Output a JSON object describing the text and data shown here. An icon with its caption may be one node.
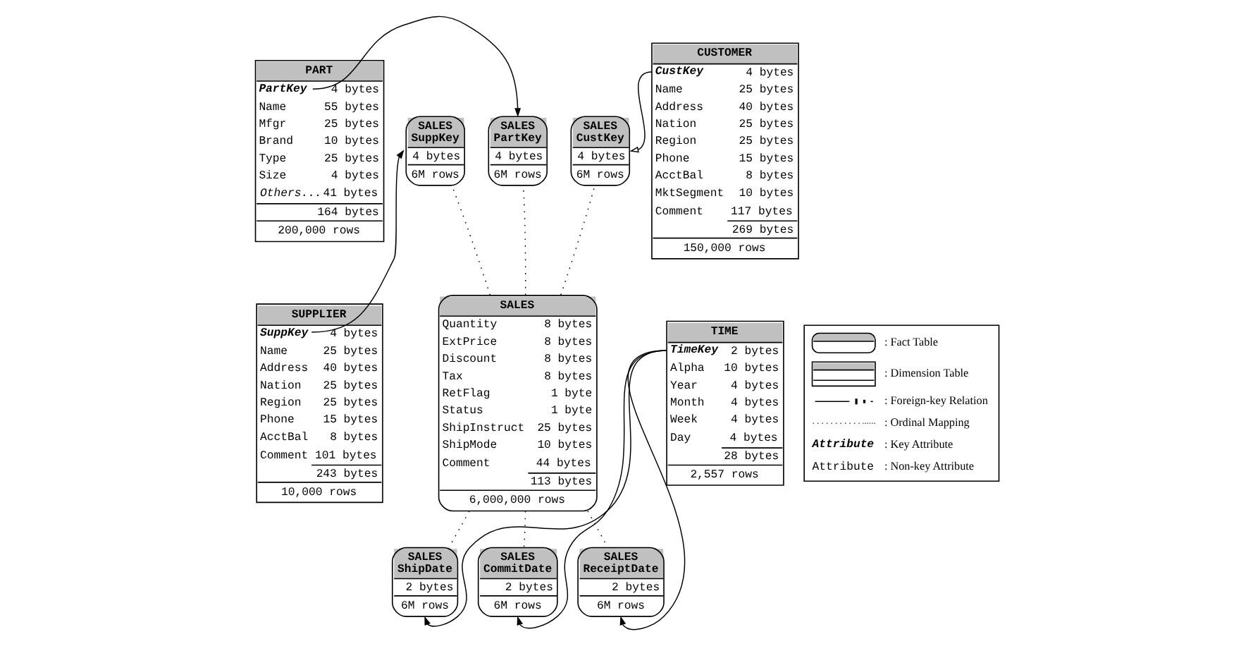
{
  "diagram": {
    "nodes": [
      {
        "text": [
          "PART",
          "PartKey 4 bytes",
          "Name 55 bytes",
          "Mfgr 25 bytes",
          "Brand 10 bytes",
          "Type 25 bytes",
          "Size 4 bytes",
          "Others...41 bytes",
          "164 bytes",
          "200,000 rows"
        ]
      },
      {
        "text": [
          "SALES SuppKey",
          "4 bytes",
          "6M rows"
        ]
      },
      {
        "text": [
          "SALES PartKey",
          "4 bytes",
          "6M rows"
        ]
      },
      {
        "text": [
          "SALES CustKey",
          "4 bytes",
          "6M rows"
        ]
      },
      {
        "text": [
          "CUSTOMER",
          "CustKey 4 bytes",
          "Name 25 bytes",
          "Address 40 bytes",
          "Nation 25 bytes",
          "Region 25 bytes",
          "Phone 15 bytes",
          "AcctBal 8 bytes",
          "MktSegment 10 bytes",
          "Comment 117 bytes",
          "269 bytes",
          "150,000 rows"
        ]
      },
      {
        "text": [
          "SUPPLIER",
          "SuppKey 4 bytes",
          "Name 25 bytes",
          "Address 40 bytes",
          "Nation 25 bytes",
          "Region 25 bytes",
          "Phone 15 bytes",
          "AcctBal 8 bytes",
          "Comment 101 bytes",
          "243 bytes",
          "10,000 rows"
        ]
      },
      {
        "text": [
          "SALES",
          "Quantity 8 bytes",
          "ExtPrice 8 bytes",
          "Discount 8 bytes",
          "Tax 8 bytes",
          "RetFlag 1 byte",
          "Status 1 byte",
          "ShipInstruct 25 bytes",
          "ShipMode 10 bytes",
          "Comment 44 bytes",
          "113 bytes",
          "6,000,000 rows"
        ]
      },
      {
        "text": [
          "TIME",
          "TimeKey 2 bytes",
          "Alpha 10 bytes",
          "Year 4 bytes",
          "Month 4 bytes",
          "Week 4 bytes",
          "Day 4 bytes",
          "28 bytes",
          "2,557 rows"
        ]
      },
      {
        "text": [
          "SALES ShipDate",
          "2 bytes",
          "6M rows"
        ]
      },
      {
        "text": [
          "SALES CommitDate",
          "2 bytes",
          "6M rows"
        ]
      },
      {
        "text": [
          "SALES ReceiptDate",
          "2 bytes",
          "6M rows"
        ]
      }
    ],
    "edges": [
      {
        "from": 0,
        "to": 2,
        "arrow": "to"
      },
      {
        "from": 5,
        "to": 1,
        "arrow": "to"
      },
      {
        "from": 4,
        "to": 3,
        "arrow": "to"
      },
      {
        "from": 6,
        "to": 1,
        "arrow": "none",
        "style": "dashed"
      },
      {
        "from": 6,
        "to": 2,
        "arrow": "none",
        "style": "dashed"
      },
      {
        "from": 6,
        "to": 3,
        "arrow": "none",
        "style": "dashed"
      },
      {
        "from": 6,
        "to": 8,
        "arrow": "none",
        "style": "dashed"
      },
      {
        "from": 6,
        "to": 9,
        "arrow": "none",
        "style": "dashed"
      },
      {
        "from": 6,
        "to": 10,
        "arrow": "none",
        "style": "dashed"
      },
      {
        "from": 7,
        "to": 8,
        "arrow": "to"
      },
      {
        "from": 7,
        "to": 9,
        "arrow": "to"
      },
      {
        "from": 7,
        "to": 10,
        "arrow": "to"
      }
    ],
    "legend": [
      {
        "text": ": Fact Table"
      },
      {
        "text": ": Dimension Table"
      },
      {
        "text": ": Foreign-key Relation"
      },
      {
        "text": ": Ordinal Mapping"
      },
      {
        "text": "Attribute : Key Attribute"
      },
      {
        "text": "Attribute : Non-key Attribute"
      }
    ]
  }
}
